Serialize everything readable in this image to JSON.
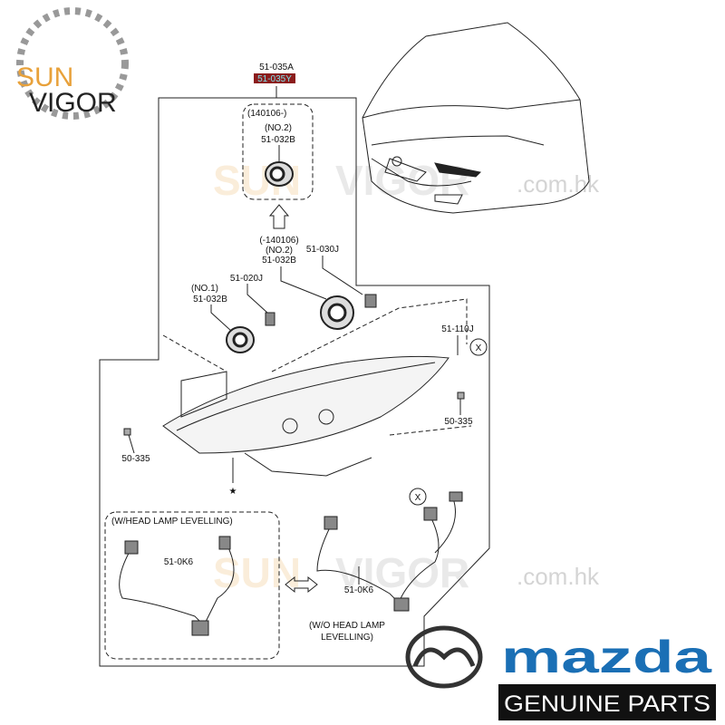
{
  "logo": {
    "sun": "SUN",
    "vigor": "VIGOR"
  },
  "watermark": {
    "sun": "SUN",
    "vigor": "VIGOR",
    "domain": ".com.hk"
  },
  "labels": {
    "assembly": "51-035A",
    "assembly_alt": "51-035Y",
    "date_after": "(140106-)",
    "no2_a": "(NO.2)",
    "cap_a": "51-032B",
    "date_before": "(-140106)",
    "no2_b": "(NO.2)",
    "cap_b": "51-032B",
    "bulb_030": "51-030J",
    "bulb_020": "51-020J",
    "no1": "(NO.1)",
    "cap_c": "51-032B",
    "bulb_110": "51-110J",
    "clip_right": "50-335",
    "clip_left": "50-335",
    "star": "★",
    "x_marker_1": "X",
    "x_marker_2": "X",
    "with_levelling": "(W/HEAD LAMP LEVELLING)",
    "harness_a": "51-0K6",
    "harness_b": "51-0K6",
    "without_levelling_1": "(W/O HEAD LAMP",
    "without_levelling_2": "LEVELLING)"
  },
  "brand": {
    "name": "mazda",
    "tagline": "GENUINE PARTS"
  },
  "colors": {
    "highlight_bg": "#8b1c1c",
    "highlight_text": "#7fe0e8",
    "mazda_blue": "#1a6fb5",
    "logo_orange": "#e8a13a"
  }
}
